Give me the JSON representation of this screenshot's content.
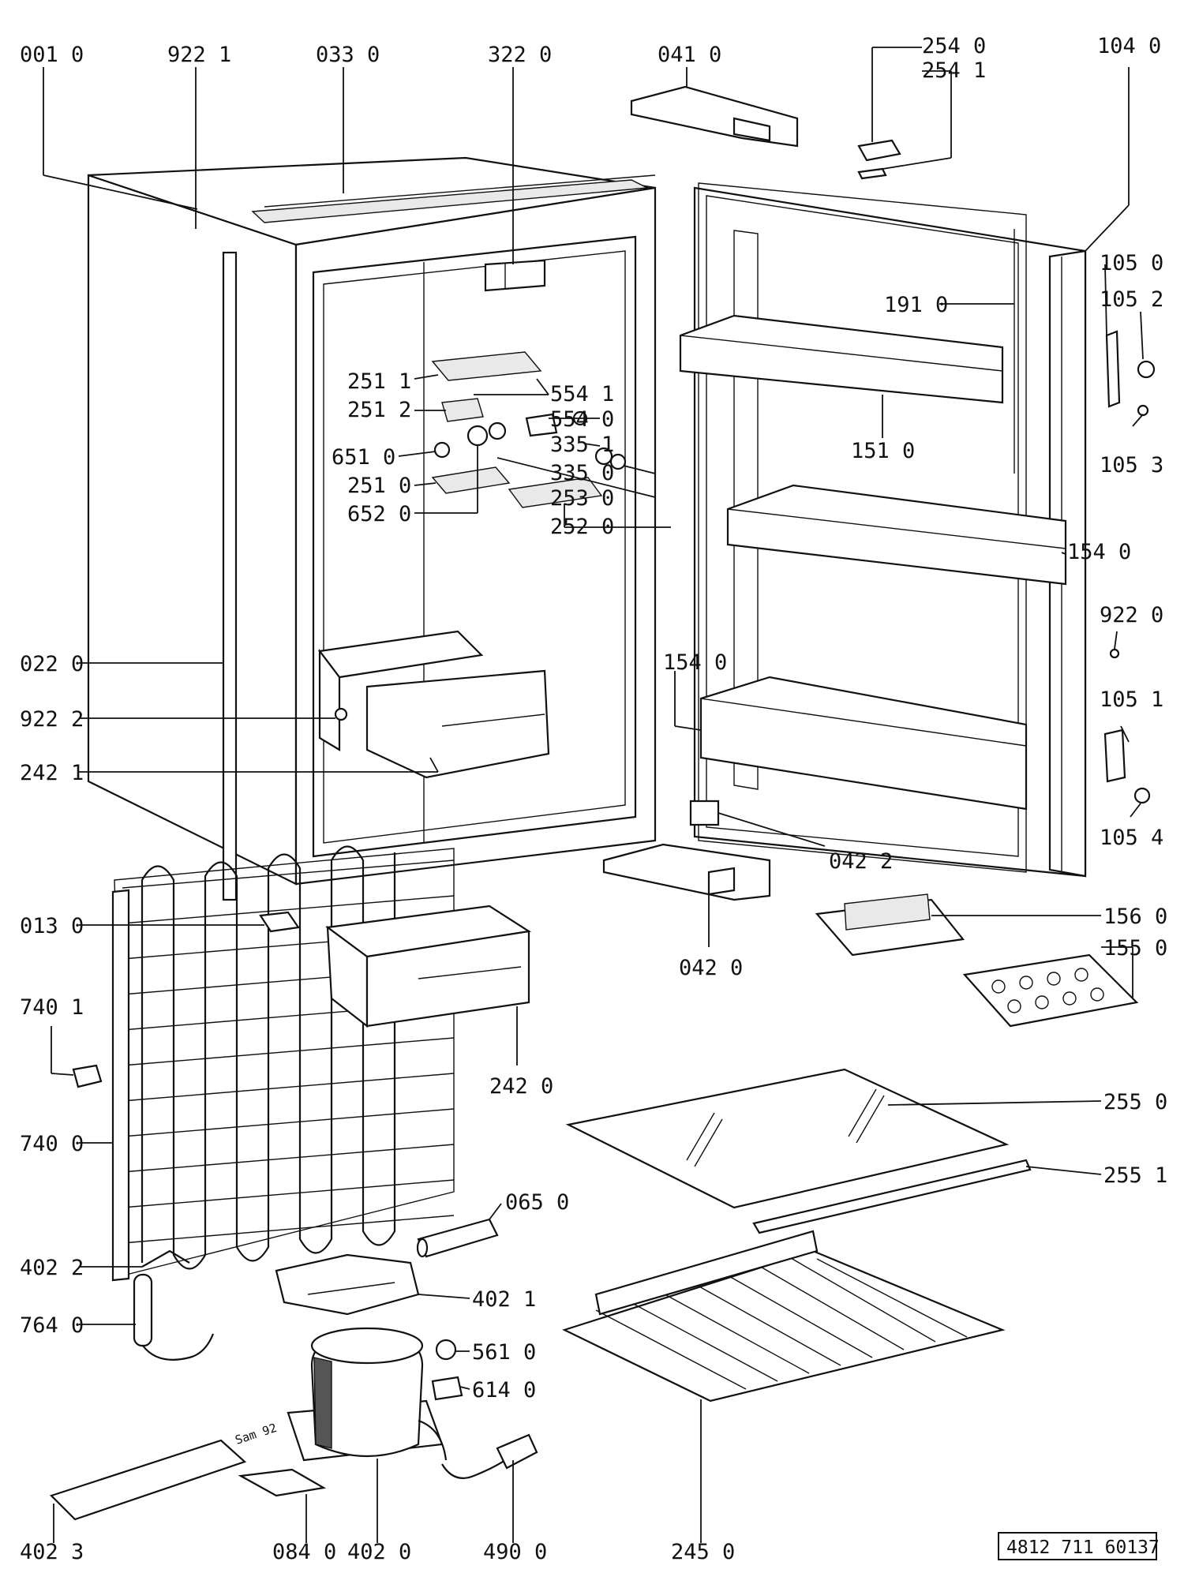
{
  "labels": [
    {
      "id": "001-0",
      "text": "001 0"
    },
    {
      "id": "922-1",
      "text": "922 1"
    },
    {
      "id": "033-0",
      "text": "033 0"
    },
    {
      "id": "322-0",
      "text": "322 0"
    },
    {
      "id": "041-0",
      "text": "041 0"
    },
    {
      "id": "254-0",
      "text": "254 0"
    },
    {
      "id": "254-1",
      "text": "254 1"
    },
    {
      "id": "104-0",
      "text": "104 0"
    },
    {
      "id": "105-0",
      "text": "105 0"
    },
    {
      "id": "105-2",
      "text": "105 2"
    },
    {
      "id": "191-0",
      "text": "191 0"
    },
    {
      "id": "251-1",
      "text": "251 1"
    },
    {
      "id": "554-1",
      "text": "554 1"
    },
    {
      "id": "251-2",
      "text": "251 2"
    },
    {
      "id": "554-0",
      "text": "554 0"
    },
    {
      "id": "335-1",
      "text": "335 1"
    },
    {
      "id": "651-0",
      "text": "651 0"
    },
    {
      "id": "335-0",
      "text": "335 0"
    },
    {
      "id": "151-0",
      "text": "151 0"
    },
    {
      "id": "105-3",
      "text": "105 3"
    },
    {
      "id": "251-0",
      "text": "251 0"
    },
    {
      "id": "253-0",
      "text": "253 0"
    },
    {
      "id": "652-0",
      "text": "652 0"
    },
    {
      "id": "252-0",
      "text": "252 0"
    },
    {
      "id": "154-0a",
      "text": "154 0"
    },
    {
      "id": "922-0",
      "text": "922 0"
    },
    {
      "id": "022-0",
      "text": "022 0"
    },
    {
      "id": "154-0b",
      "text": "154 0"
    },
    {
      "id": "105-1",
      "text": "105 1"
    },
    {
      "id": "922-2",
      "text": "922 2"
    },
    {
      "id": "242-1",
      "text": "242 1"
    },
    {
      "id": "105-4",
      "text": "105 4"
    },
    {
      "id": "042-2",
      "text": "042 2"
    },
    {
      "id": "156-0",
      "text": "156 0"
    },
    {
      "id": "013-0",
      "text": "013 0"
    },
    {
      "id": "155-0",
      "text": "155 0"
    },
    {
      "id": "042-0",
      "text": "042 0"
    },
    {
      "id": "740-1",
      "text": "740 1"
    },
    {
      "id": "242-0",
      "text": "242 0"
    },
    {
      "id": "255-0",
      "text": "255 0"
    },
    {
      "id": "740-0",
      "text": "740 0"
    },
    {
      "id": "255-1",
      "text": "255 1"
    },
    {
      "id": "065-0",
      "text": "065 0"
    },
    {
      "id": "402-2",
      "text": "402 2"
    },
    {
      "id": "402-1",
      "text": "402 1"
    },
    {
      "id": "764-0",
      "text": "764 0"
    },
    {
      "id": "561-0",
      "text": "561 0"
    },
    {
      "id": "614-0",
      "text": "614 0"
    },
    {
      "id": "402-3",
      "text": "402 3"
    },
    {
      "id": "084-0",
      "text": "084 0"
    },
    {
      "id": "402-0",
      "text": "402 0"
    },
    {
      "id": "490-0",
      "text": "490 0"
    },
    {
      "id": "245-0",
      "text": "245 0"
    }
  ],
  "stamp": "Sam 92",
  "reference": "4812 711 60137"
}
